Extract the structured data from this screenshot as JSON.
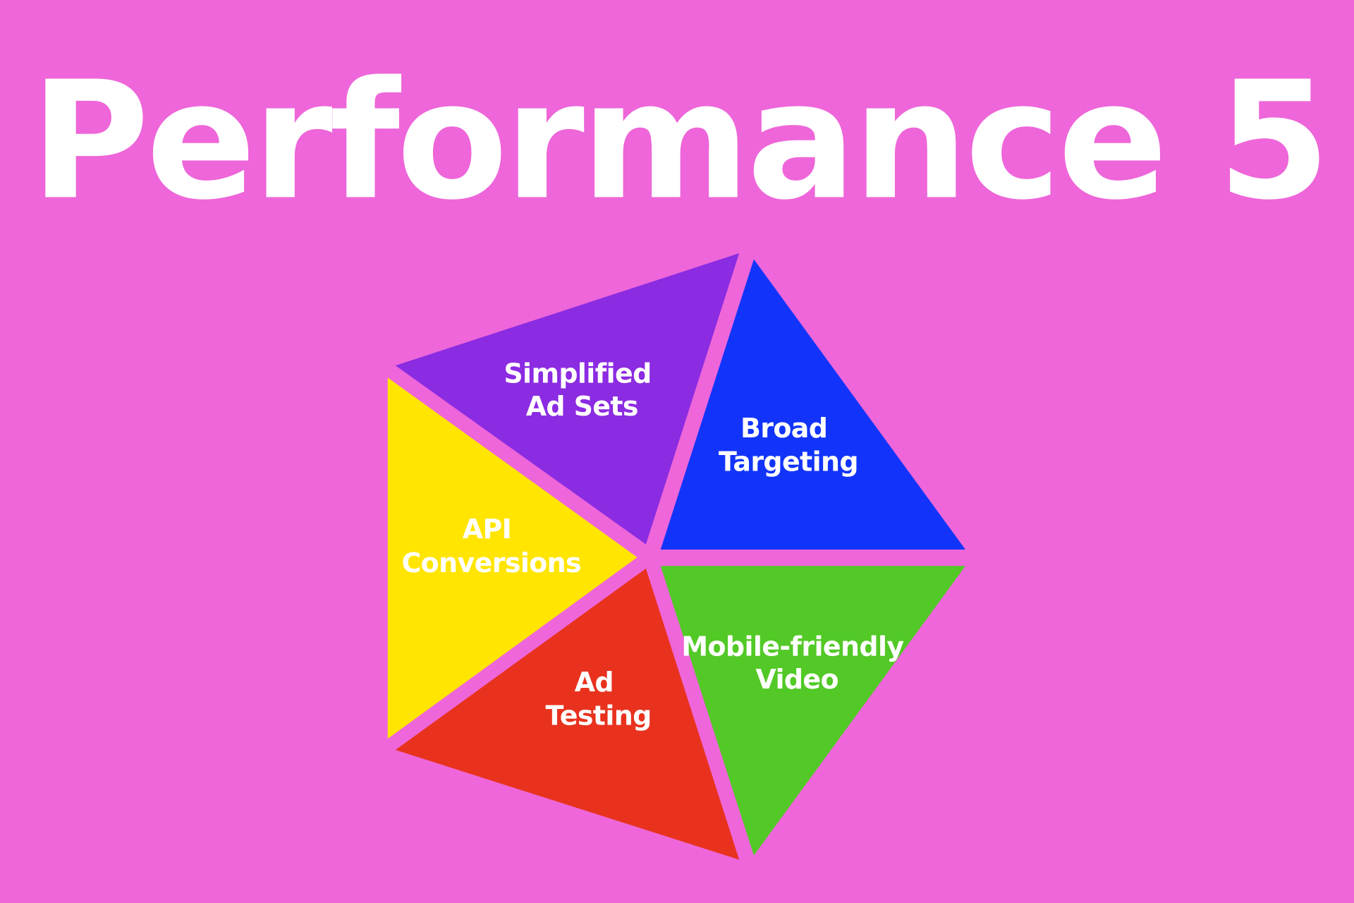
{
  "title": "Performance 5",
  "colors": {
    "background": "#EE66D9",
    "purple": "#8B2BE2",
    "blue": "#1234FA",
    "yellow": "#FFE500",
    "red": "#E8321E",
    "green": "#52C926"
  },
  "segments": [
    {
      "name": "simplified-ad-sets",
      "line1": "Simplified",
      "line2": "Ad Sets"
    },
    {
      "name": "broad-targeting",
      "line1": "Broad",
      "line2": "Targeting"
    },
    {
      "name": "api-conversions",
      "line1": "API",
      "line2": "Conversions"
    },
    {
      "name": "ad-testing",
      "line1": "Ad",
      "line2": "Testing"
    },
    {
      "name": "mobile-friendly-video",
      "line1": "Mobile-friendly",
      "line2": "Video"
    }
  ]
}
